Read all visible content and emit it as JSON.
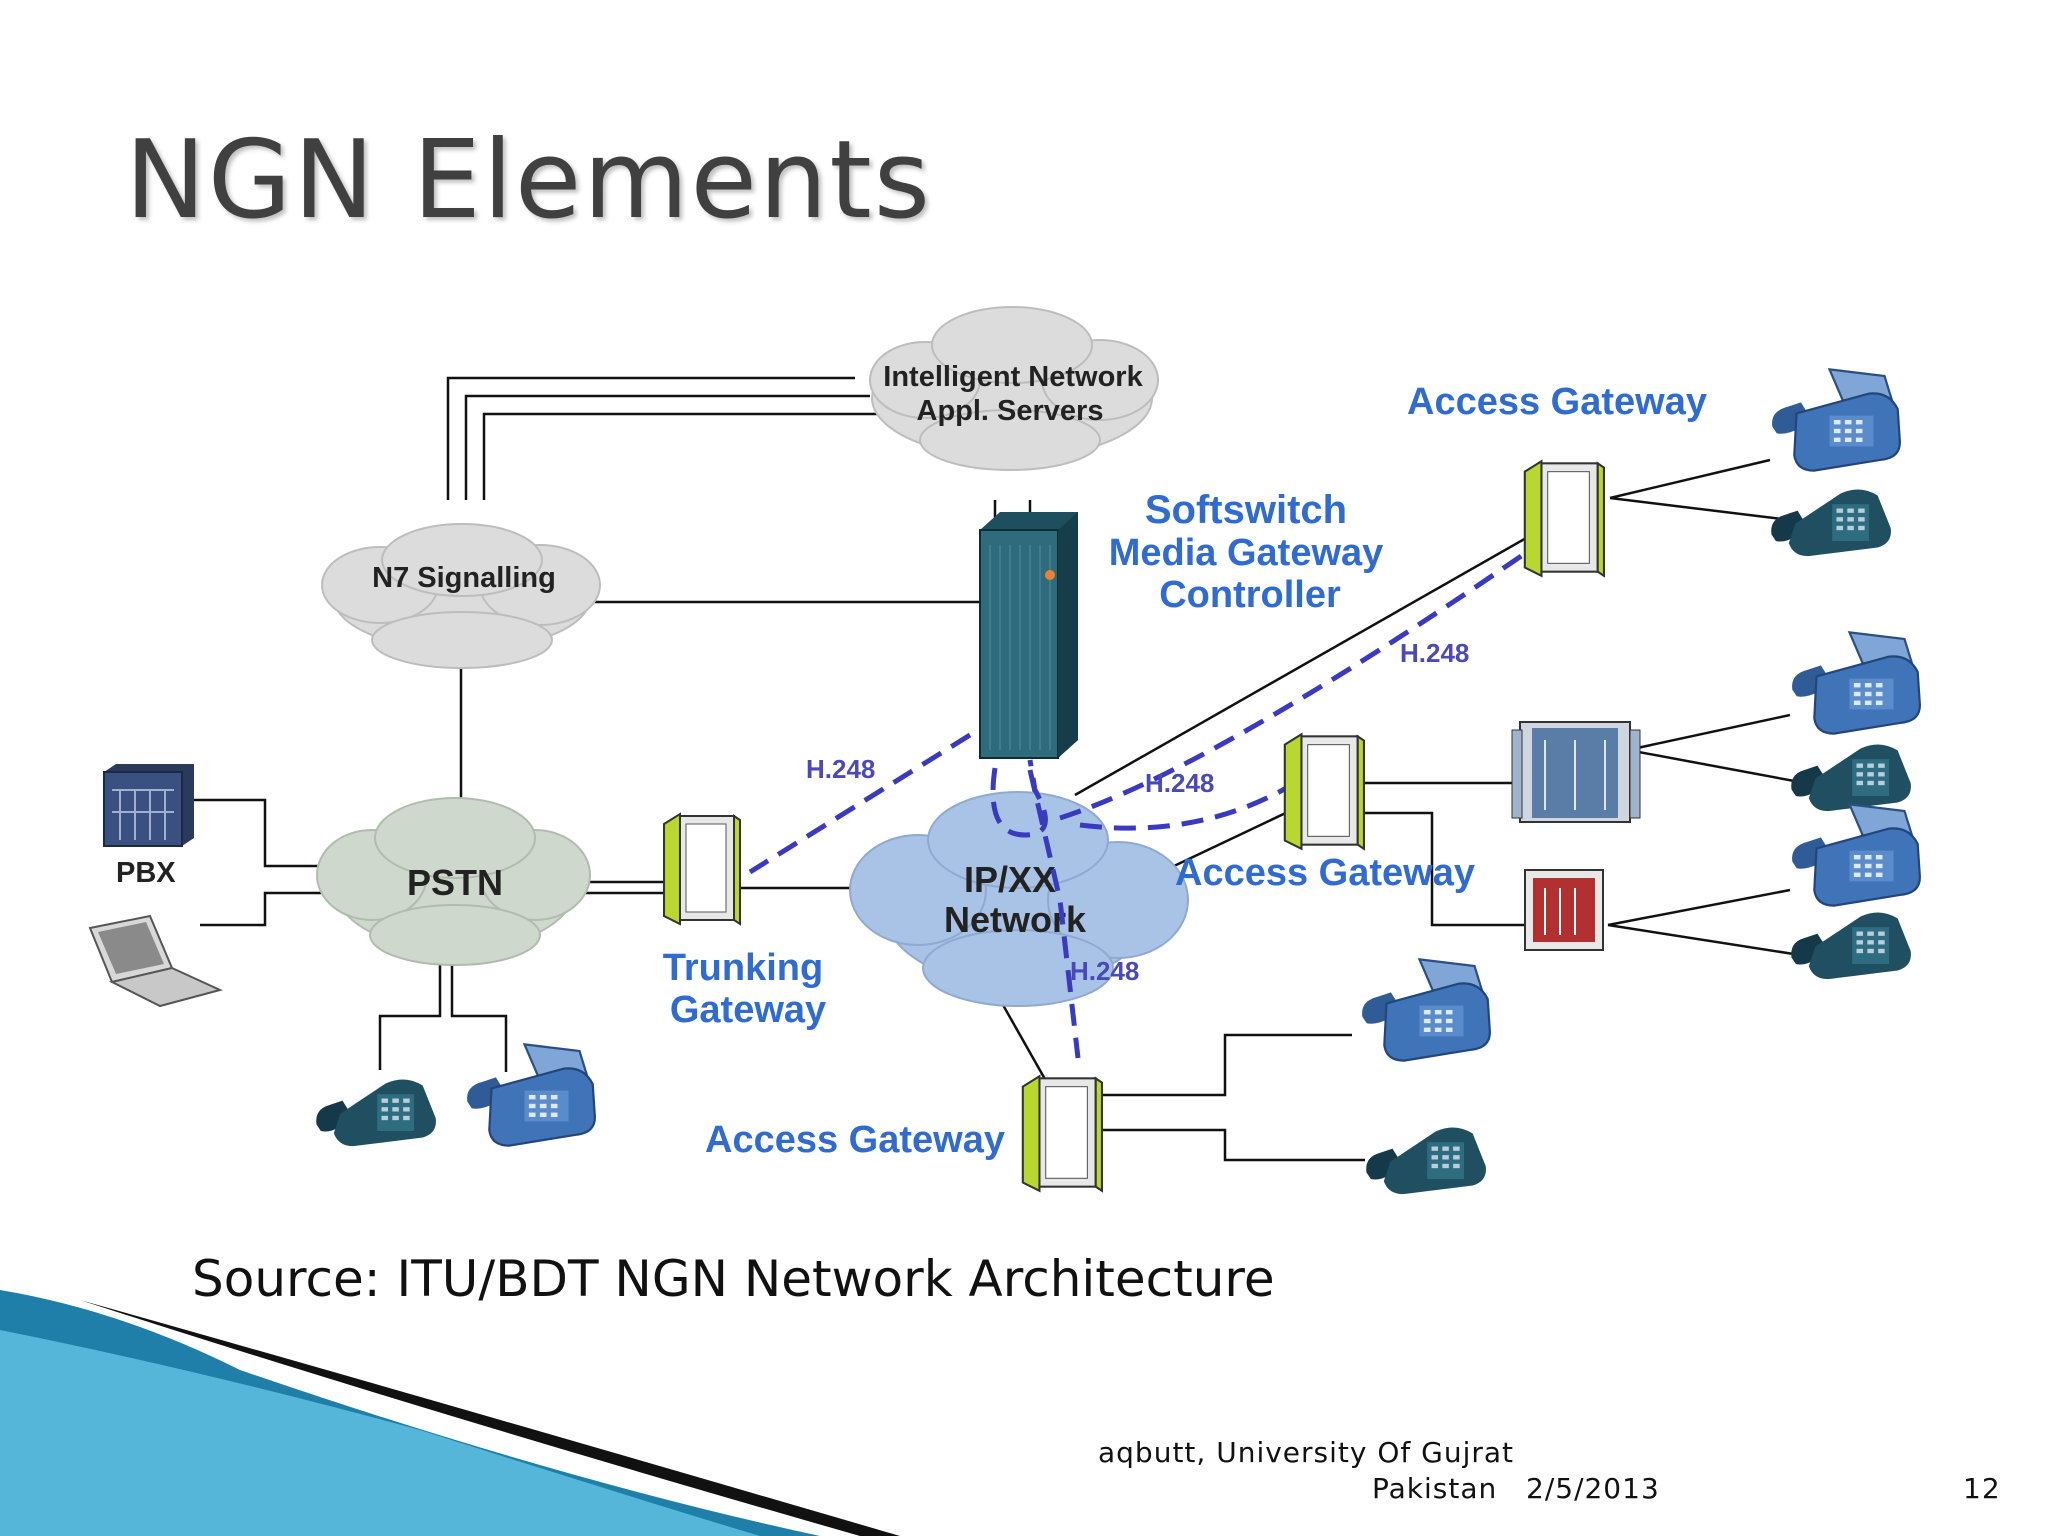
{
  "slide": {
    "title": "NGN Elements",
    "source": "Source: ITU/BDT NGN Network Architecture",
    "footer": {
      "author": "aqbutt,  University Of Gujrat",
      "place": "Pakistan",
      "date": "2/5/2013",
      "page": "12"
    }
  },
  "diagram": {
    "clouds": {
      "intelligent_network_line1": "Intelligent Network",
      "intelligent_network_line2": "Appl. Servers",
      "n7": "N7 Signalling",
      "pstn": "PSTN",
      "ip_line1": "IP/XX",
      "ip_line2": "Network"
    },
    "labels": {
      "softswitch_line1": "Softswitch",
      "softswitch_line2": "Media Gateway",
      "softswitch_line3": "Controller",
      "access_gateway_top": "Access Gateway",
      "access_gateway_middle": "Access Gateway",
      "access_gateway_bottom": "Access Gateway",
      "trunking_line1": "Trunking",
      "trunking_line2": "Gateway",
      "pbx": "PBX"
    },
    "protocols": {
      "h248_trunk": "H.248",
      "h248_top": "H.248",
      "h248_mid": "H.248",
      "h248_bottom": "H.248"
    },
    "colors": {
      "label_blue": "#2f6bd0",
      "signaling_dash": "#3a3ac0",
      "gateway_green": "#b8d830",
      "cloud_gray": "#dcdcdc",
      "cloud_pstn": "#cfd8cc",
      "cloud_ip": "#a9c3e6",
      "phone_teal": "#1f4f60",
      "fax_blue": "#3f74b8"
    }
  }
}
